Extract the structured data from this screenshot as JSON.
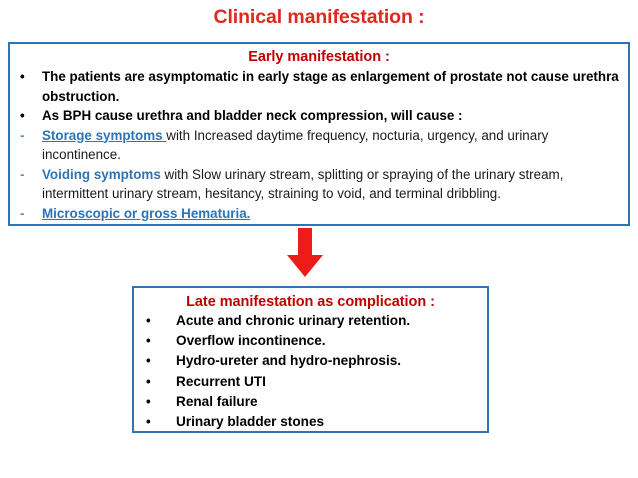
{
  "page": {
    "title": "Clinical manifestation :",
    "title_color": "#DE2A1E"
  },
  "colors": {
    "title_red": "#DE2A1E",
    "heading_red": "#C00000",
    "box_border_blue": "#2E74B5",
    "label_blue": "#2E74B5",
    "dash_marker_blue": "#5B8FBF",
    "arrow_red": "#EE1C16",
    "body_black": "#1A1A1A"
  },
  "early_box": {
    "heading": "Early manifestation :",
    "items": [
      {
        "marker": "bullet-dot",
        "marker_glyph": "•",
        "style": "bold",
        "label": "",
        "label_underline": false,
        "text": "The patients are asymptomatic in early stage as enlargement of prostate not cause urethra obstruction."
      },
      {
        "marker": "bullet-dot",
        "marker_glyph": "•",
        "style": "bold",
        "label": "",
        "label_underline": false,
        "text": "As BPH cause urethra and bladder neck compression, will cause :"
      },
      {
        "marker": "dash",
        "marker_glyph": "-",
        "style": "label-then-normal",
        "label": "Storage symptoms ",
        "label_underline": true,
        "text": "with Increased daytime frequency, nocturia, urgency, and urinary incontinence."
      },
      {
        "marker": "dash",
        "marker_glyph": "-",
        "style": "label-then-normal",
        "label": "Voiding symptoms",
        "label_underline": false,
        "text": " with Slow urinary stream, splitting or spraying of the urinary stream, intermittent urinary stream, hesitancy, straining to void, and terminal dribbling."
      },
      {
        "marker": "dash",
        "marker_glyph": "-",
        "style": "label-only",
        "label": "Microscopic or gross Hematuria.",
        "label_underline": true,
        "text": ""
      }
    ]
  },
  "arrow": {
    "icon": "arrow-down-icon",
    "direction": "down",
    "color": "#EE1C16"
  },
  "late_box": {
    "heading": "Late manifestation as complication :",
    "items": [
      {
        "marker_glyph": "•",
        "text": "Acute and chronic urinary retention."
      },
      {
        "marker_glyph": "•",
        "text": "Overflow incontinence."
      },
      {
        "marker_glyph": "•",
        "text": "Hydro-ureter and hydro-nephrosis."
      },
      {
        "marker_glyph": "•",
        "text": "Recurrent UTI"
      },
      {
        "marker_glyph": "•",
        "text": "Renal failure"
      },
      {
        "marker_glyph": "•",
        "text": "Urinary bladder stones"
      }
    ]
  }
}
